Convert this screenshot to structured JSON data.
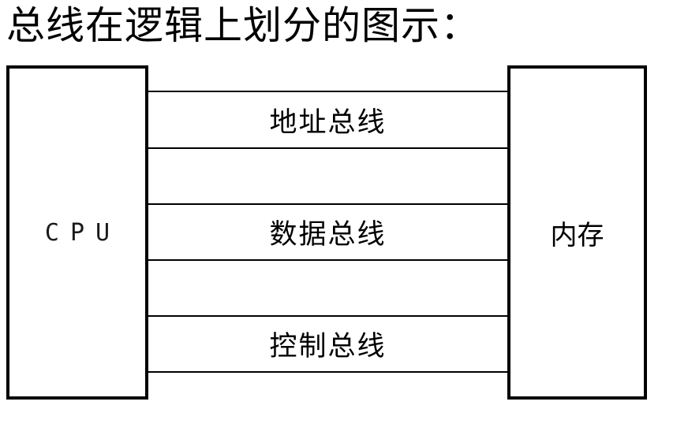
{
  "title": "总线在逻辑上划分的图示：",
  "cpu": {
    "label": "CPU"
  },
  "memory": {
    "label": "内存"
  },
  "buses": [
    {
      "label": "地址总线"
    },
    {
      "label": "数据总线"
    },
    {
      "label": "控制总线"
    }
  ],
  "colors": {
    "background": "#ffffff",
    "line": "#000000",
    "text": "#000000"
  }
}
